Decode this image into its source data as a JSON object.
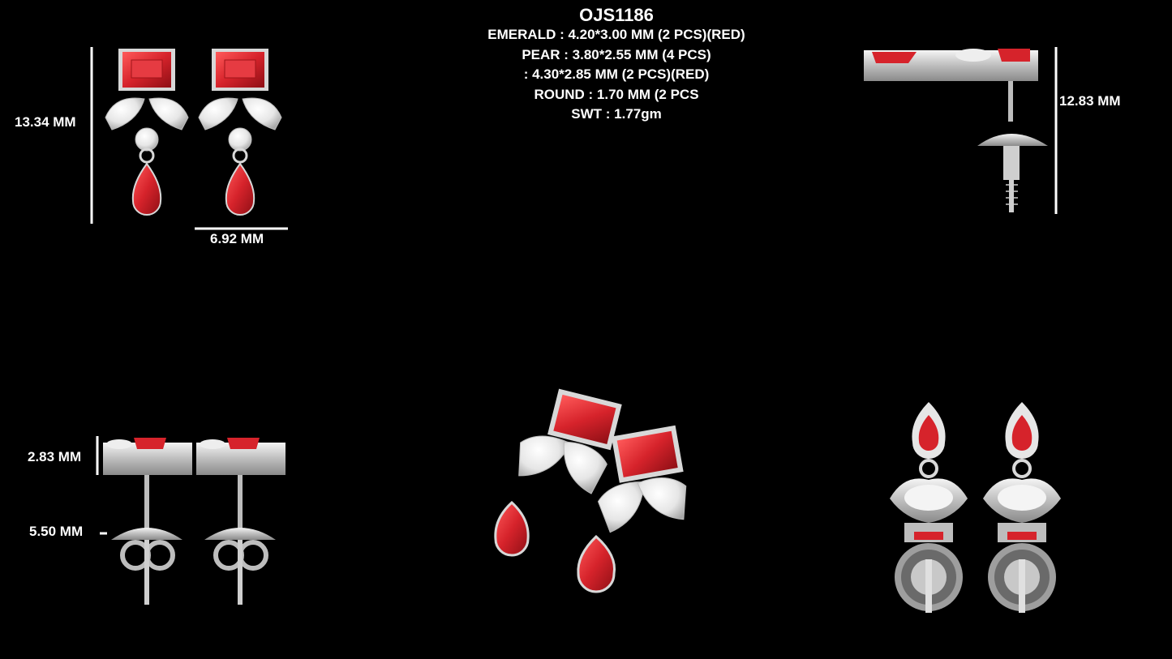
{
  "spec": {
    "code": "OJS1186",
    "lines": [
      "EMERALD : 4.20*3.00 MM (2 PCS)(RED)",
      "PEAR : 3.80*2.55 MM (4 PCS)",
      ": 4.30*2.85 MM (2 PCS)(RED)",
      "ROUND : 1.70 MM (2 PCS",
      "SWT : 1.77gm"
    ]
  },
  "dimensions": {
    "front_height": "13.34 MM",
    "front_width": "6.92 MM",
    "side_height": "12.83 MM",
    "top_depth": "2.83 MM",
    "back_size": "5.50 MM"
  },
  "colors": {
    "background": "#000000",
    "ruby": "#d6232b",
    "metal": "#d8d8d8",
    "diamond": "#f2f2f2"
  }
}
